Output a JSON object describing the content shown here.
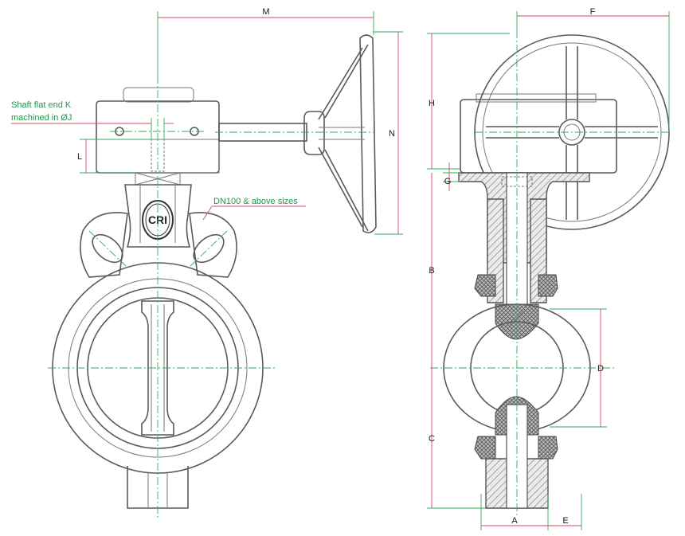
{
  "colors": {
    "outline": "#5a5a5a",
    "dimension_red": "#d9455f",
    "extension_green": "#2fae5a",
    "label_green": "#1a9a49",
    "hatch_fill": "#e6e6e6",
    "seat_fill": "#c8c8c8"
  },
  "logo": {
    "text": "CRI"
  },
  "callouts": {
    "shaft_line1": "Shaft flat end K",
    "shaft_line2": "machined in ØJ",
    "dn_note": "DN100 & above sizes"
  },
  "dimensions": {
    "M": "M",
    "N": "N",
    "L": "L",
    "F": "F",
    "H": "H",
    "G": "G",
    "B": "B",
    "C": "C",
    "D": "D",
    "A": "A",
    "E": "E"
  }
}
